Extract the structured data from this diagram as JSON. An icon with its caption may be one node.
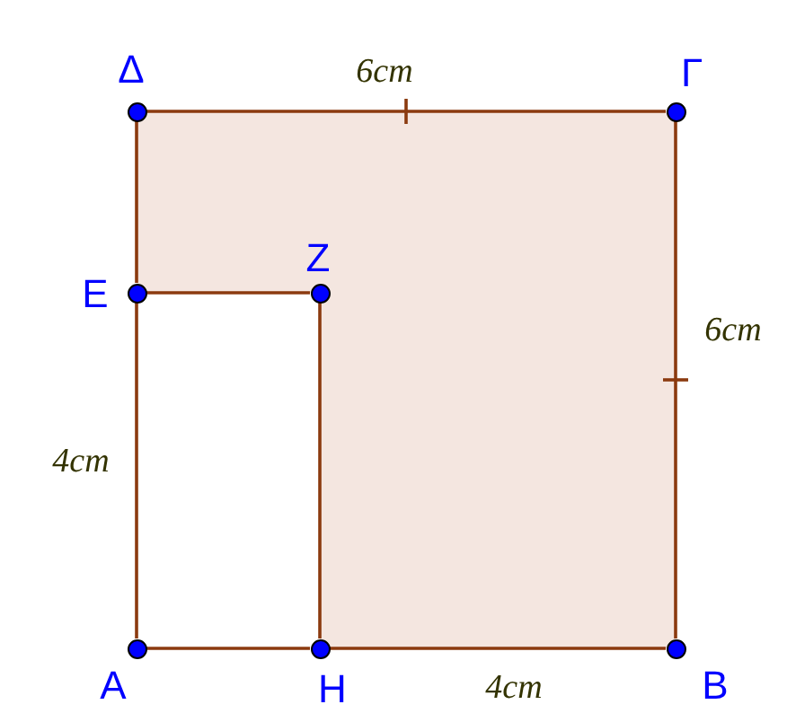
{
  "diagram": {
    "nodes": [
      {
        "text": [
          "Δ"
        ]
      },
      {
        "text": [
          "Γ"
        ]
      },
      {
        "text": [
          "Ε"
        ]
      },
      {
        "text": [
          "Ζ"
        ]
      },
      {
        "text": [
          "Α"
        ]
      },
      {
        "text": [
          "Η"
        ]
      },
      {
        "text": [
          "Β"
        ]
      }
    ],
    "edges": [
      {
        "from": 0,
        "to": 1,
        "arrow": "none",
        "label": "6cm"
      },
      {
        "from": 1,
        "to": 6,
        "arrow": "none",
        "label": "6cm"
      },
      {
        "from": 6,
        "to": 5,
        "arrow": "none",
        "label": "4cm"
      },
      {
        "from": 5,
        "to": 4,
        "arrow": "none"
      },
      {
        "from": 4,
        "to": 2,
        "arrow": "none",
        "label": "4cm"
      },
      {
        "from": 2,
        "to": 0,
        "arrow": "none"
      },
      {
        "from": 2,
        "to": 3,
        "arrow": "none"
      },
      {
        "from": 3,
        "to": 5,
        "arrow": "none"
      }
    ]
  }
}
